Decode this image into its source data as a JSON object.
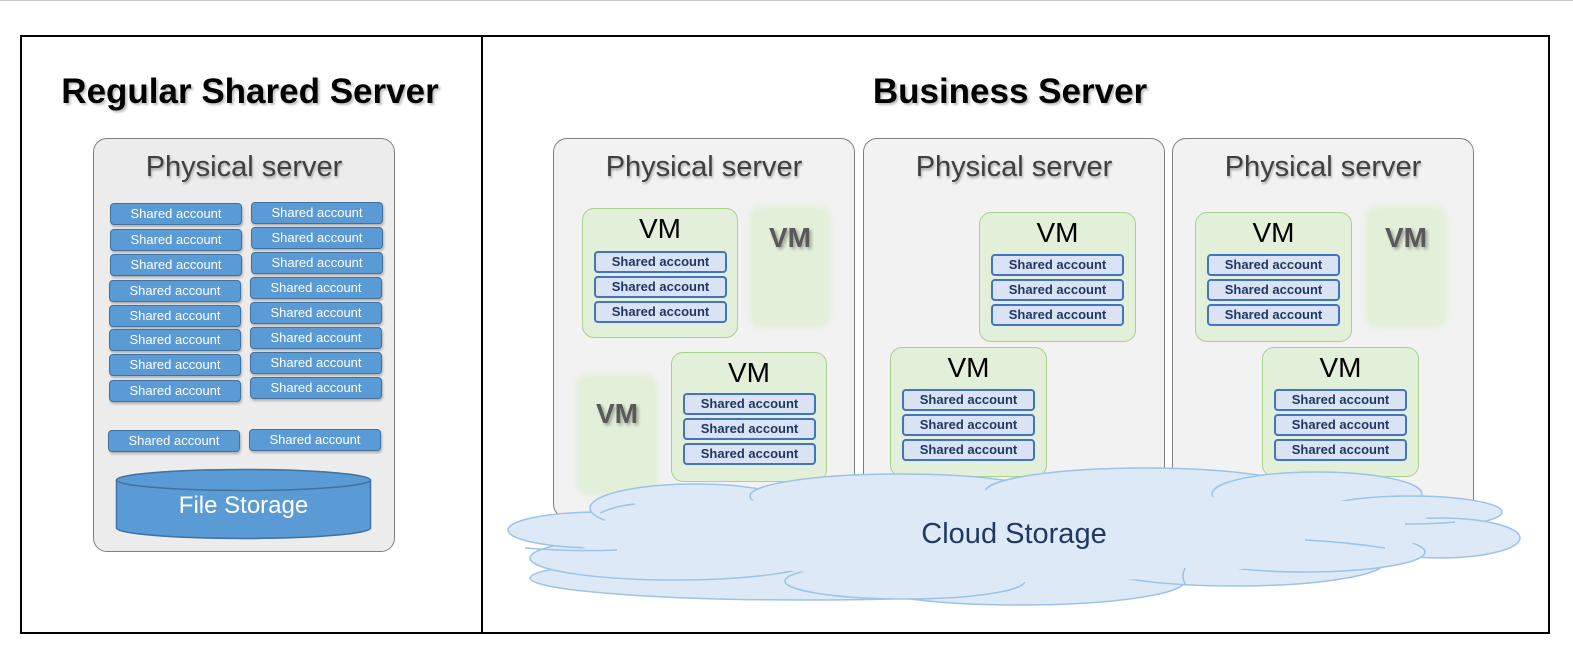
{
  "left_section": {
    "title": "Regular Shared Server",
    "physical_server": "Physical server",
    "accounts": [
      "Shared account",
      "Shared account",
      "Shared account",
      "Shared account",
      "Shared account",
      "Shared account",
      "Shared account",
      "Shared account",
      "Shared account",
      "Shared account",
      "Shared account",
      "Shared account",
      "Shared account",
      "Shared account",
      "Shared account",
      "Shared account",
      "Shared account",
      "Shared account"
    ],
    "storage": "File Storage"
  },
  "right_section": {
    "title": "Business Server",
    "servers": [
      {
        "label": "Physical server",
        "vms": [
          {
            "label": "VM",
            "accounts": [
              "Shared account",
              "Shared account",
              "Shared account"
            ]
          },
          {
            "label": "VM",
            "accounts": [
              "Shared account",
              "Shared account",
              "Shared account"
            ]
          }
        ],
        "inactive_vms": [
          "VM",
          "VM"
        ]
      },
      {
        "label": "Physical server",
        "vms": [
          {
            "label": "VM",
            "accounts": [
              "Shared account",
              "Shared account",
              "Shared account"
            ]
          },
          {
            "label": "VM",
            "accounts": [
              "Shared account",
              "Shared account",
              "Shared account"
            ]
          }
        ],
        "inactive_vms": []
      },
      {
        "label": "Physical server",
        "vms": [
          {
            "label": "VM",
            "accounts": [
              "Shared account",
              "Shared account",
              "Shared account"
            ]
          },
          {
            "label": "VM",
            "accounts": [
              "Shared account",
              "Shared account",
              "Shared account"
            ]
          }
        ],
        "inactive_vms": [
          "VM"
        ]
      }
    ],
    "storage": "Cloud Storage"
  },
  "colors": {
    "account_blue": "#5b9bd5",
    "vm_green": "#e2f0d9",
    "vm_border": "#a9d18e",
    "account_light": "#dae3f3",
    "cloud_fill": "#dde9f6",
    "cloud_stroke": "#9dc3e6"
  }
}
